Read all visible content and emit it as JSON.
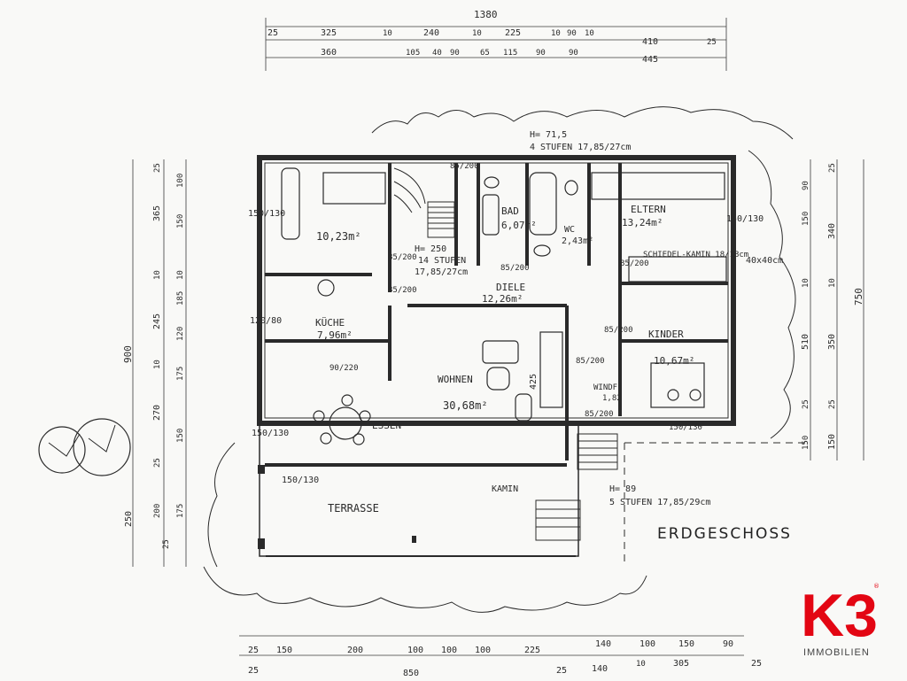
{
  "plan": {
    "title": "ERDGESCHOSS",
    "top_dims": {
      "total": "1380",
      "row1": [
        "25",
        "325",
        "10",
        "240",
        "10",
        "225",
        "10",
        "90",
        "10",
        "410",
        "25"
      ],
      "row2": [
        "360",
        "105",
        "40",
        "90",
        "65",
        "115",
        "90",
        "90",
        "445"
      ]
    },
    "bottom_dims": {
      "row1": [
        "25",
        "150",
        "200",
        "100",
        "100",
        "100",
        "225",
        "140",
        "100",
        "150",
        "90"
      ],
      "row2": [
        "25",
        "850",
        "25",
        "140",
        "10",
        "305",
        "25"
      ]
    },
    "left_dims": {
      "total": "900",
      "outer": [
        "25",
        "365",
        "10",
        "245",
        "10",
        "270",
        "25",
        "250"
      ],
      "inner": [
        "100",
        "150",
        "10",
        "185",
        "120",
        "175",
        "150",
        "200",
        "175",
        "25"
      ]
    },
    "right_dims": {
      "total": "750",
      "outer": [
        "25",
        "340",
        "10",
        "350",
        "25",
        "150"
      ],
      "inner": [
        "90",
        "150",
        "10",
        "510",
        "25",
        "150"
      ]
    },
    "rooms": [
      {
        "name": "",
        "area": "10,23m²"
      },
      {
        "name": "BAD",
        "area": "6,07m²"
      },
      {
        "name": "WC",
        "area": "2,43m²"
      },
      {
        "name": "ELTERN",
        "area": "13,24m²"
      },
      {
        "name": "KÜCHE",
        "area": "7,96m²"
      },
      {
        "name": "DIELE",
        "area": "12,26m²"
      },
      {
        "name": "KINDER",
        "area": "10,67m²"
      },
      {
        "name": "WOHNEN",
        "area": "30,68m²"
      },
      {
        "name": "ESSEN",
        "area": ""
      },
      {
        "name": "WINDF.",
        "area": "1,82"
      },
      {
        "name": "TERRASSE",
        "area": ""
      },
      {
        "name": "KAMIN",
        "area": ""
      }
    ],
    "stairs": [
      {
        "h": "H= 71,5",
        "steps": "4 STUFEN 17,85/27cm"
      },
      {
        "h": "H= 250",
        "steps": "14 STUFEN",
        "ratio": "17,85/27cm"
      },
      {
        "h": "H= 89",
        "steps": "5 STUFEN 17,85/29cm"
      }
    ],
    "chimney": "SCHIEDEL-KAMIN 18/18cm",
    "chimney_size": "40x40cm",
    "openings": [
      "150/130",
      "85/200",
      "85/200",
      "120/80",
      "90/220",
      "85/200",
      "85/200",
      "150/130",
      "85/200",
      "85/200",
      "150/130",
      "150/130",
      "85/200",
      "85/200",
      "150/130",
      "425"
    ]
  },
  "logo": {
    "mark": "K3",
    "sub": "IMMOBILIEN",
    "color": "#e30613"
  }
}
